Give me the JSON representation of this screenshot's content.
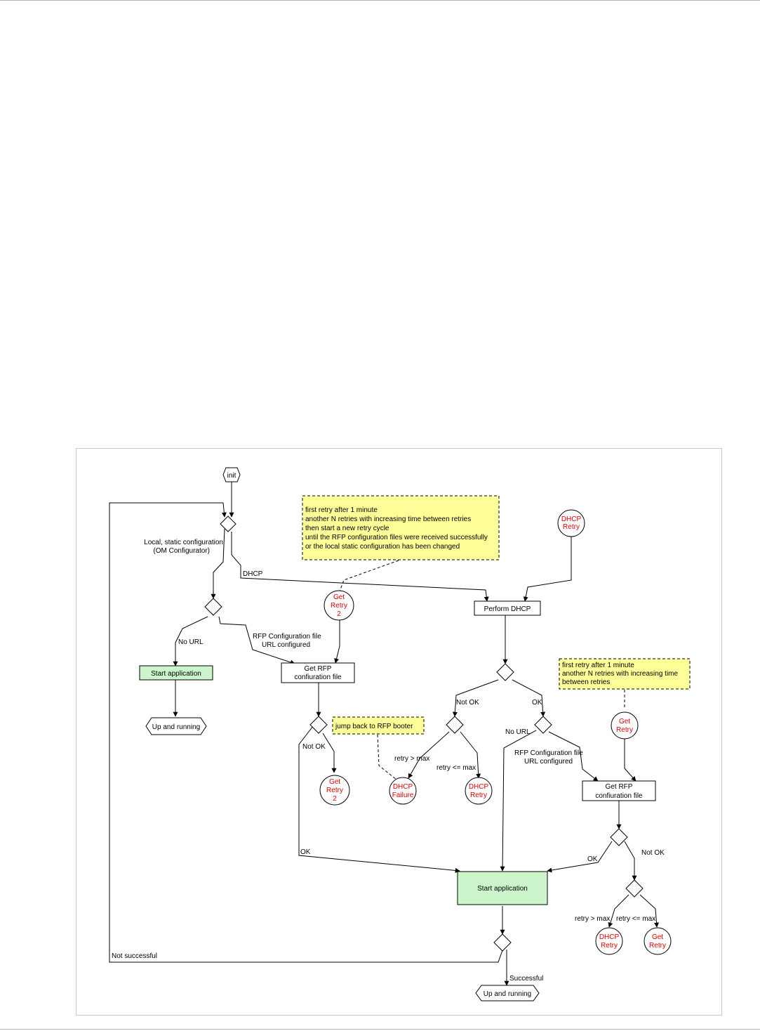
{
  "nodes": {
    "init": "init",
    "start_app_left": "Start application",
    "up_left": "Up and running",
    "get_rfp_left": [
      "Get RFP",
      "confiuration file"
    ],
    "perform_dhcp": "Perform DHCP",
    "get_rfp_right": [
      "Get RFP",
      "confiuration file"
    ],
    "start_app_main": "Start application",
    "up_bottom": "Up and running"
  },
  "circles": {
    "dhcp_retry_top": [
      "DHCP",
      "Retry"
    ],
    "get_retry2_top": [
      "Get",
      "Retry",
      "2"
    ],
    "get_retry2_bottom": [
      "Get",
      "Retry",
      "2"
    ],
    "dhcp_failure": [
      "DHCP",
      "Failure"
    ],
    "dhcp_retry_mid": [
      "DHCP",
      "Retry"
    ],
    "get_retry_right": [
      "Get",
      "Retry"
    ],
    "dhcp_retry_bottom": [
      "DHCP",
      "Retry"
    ],
    "get_retry_bottom": [
      "Get",
      "Retry"
    ]
  },
  "notes": {
    "top": [
      "first retry after 1 minute",
      "another N retries with increasing time between retries",
      "then start a new retry cycle",
      "until the RFP configuration files were received successfully",
      "or the local static configuration has been changed"
    ],
    "jump": [
      "jump back to RFP booter"
    ],
    "right": [
      "first retry after 1 minute",
      "another N retries with increasing time",
      "between retries"
    ]
  },
  "edge_labels": {
    "local_static": [
      "Local, static configuration",
      "(OM Configurator)"
    ],
    "dhcp": "DHCP",
    "no_url_left": "No URL",
    "rfp_cfg_left": [
      "RFP Configuration file",
      "URL configured"
    ],
    "not_ok_left": "Not OK",
    "ok_left": "OK",
    "not_ok_dhcp": "Not OK",
    "ok_dhcp": "OK",
    "retry_gt_max": "retry > max",
    "retry_le_max": "retry <=  max",
    "no_url_right": "No URL",
    "rfp_cfg_right": [
      "RFP Configuration file",
      "URL configured"
    ],
    "ok_right": "OK",
    "not_ok_right": "Not OK",
    "retry_gt_max_2": "retry > max",
    "retry_le_max_2": "retry <=  max",
    "not_successful": "Not successful",
    "successful": "Successful"
  }
}
